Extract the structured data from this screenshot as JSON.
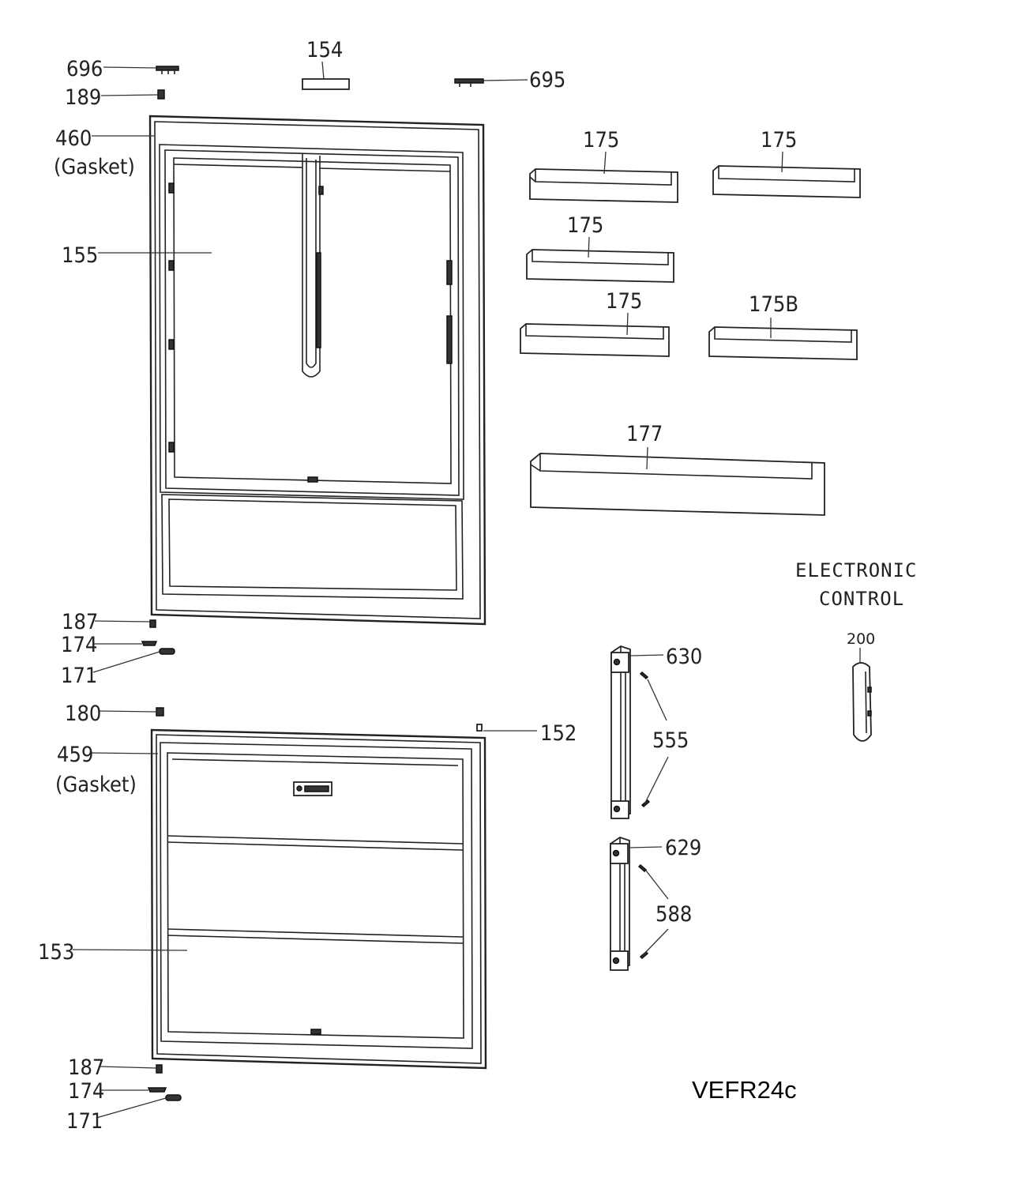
{
  "labels": {
    "p696": "696",
    "p189": "189",
    "p154": "154",
    "p695": "695",
    "p460": "460",
    "gasket_upper": "(Gasket)",
    "p155": "155",
    "p175_a": "175",
    "p175_b": "175",
    "p175_c": "175",
    "p175_d": "175",
    "p175B": "175B",
    "p177": "177",
    "electronic": "ELECTRONIC",
    "control": "CONTROL",
    "p200": "200",
    "p187_upper": "187",
    "p174_upper": "174",
    "p171_upper": "171",
    "p180": "180",
    "p152": "152",
    "p459": "459",
    "gasket_lower": "(Gasket)",
    "p630": "630",
    "p555": "555",
    "p629": "629",
    "p588": "588",
    "p153": "153",
    "p187_lower": "187",
    "p174_lower": "174",
    "p171_lower": "171"
  },
  "model": "VEFR24c"
}
